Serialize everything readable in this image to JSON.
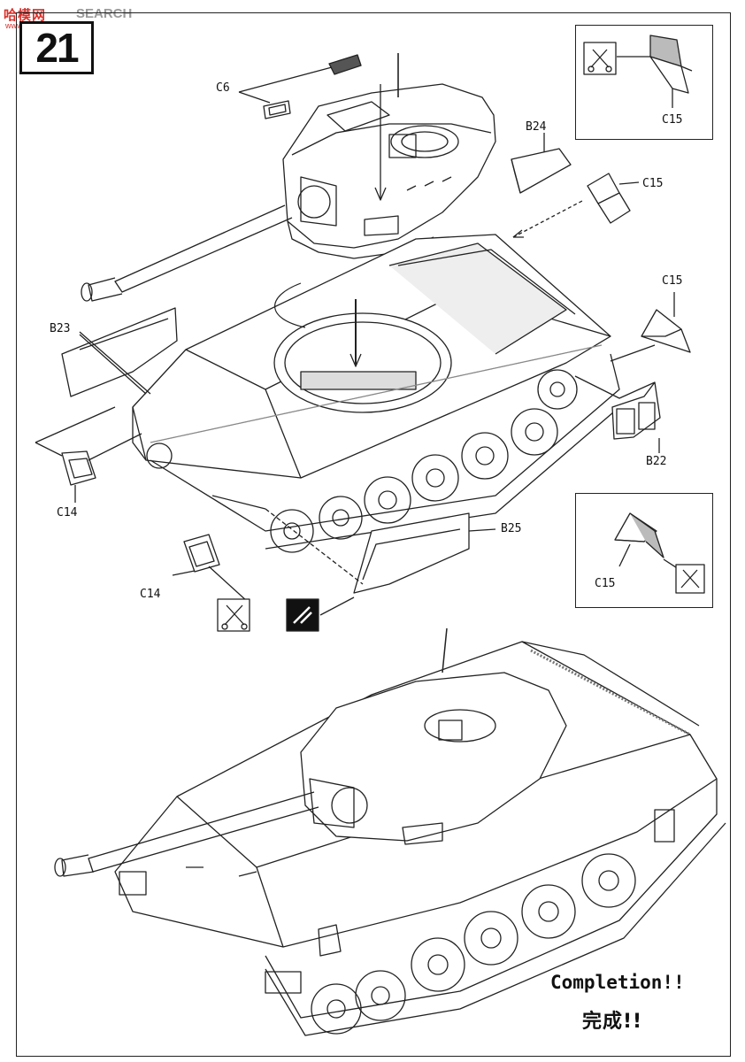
{
  "watermark": {
    "logo": "哈模网",
    "search": "SEARCH",
    "url": "www.hasme.com"
  },
  "step": {
    "number": "21"
  },
  "parts": {
    "c6": "C6",
    "b24": "B24",
    "c15_top_box": "C15",
    "c15_side": "C15",
    "c15_right": "C15",
    "b23": "B23",
    "b22": "B22",
    "c14_left": "C14",
    "c14_bottom": "C14",
    "b25": "B25",
    "c15_bottom_box": "C15"
  },
  "completion": {
    "en": "Completion!!",
    "jp": "完成!!"
  },
  "icons": [
    "cutter-icon",
    "cement-icon",
    "rotate-turret-arrow-icon"
  ]
}
